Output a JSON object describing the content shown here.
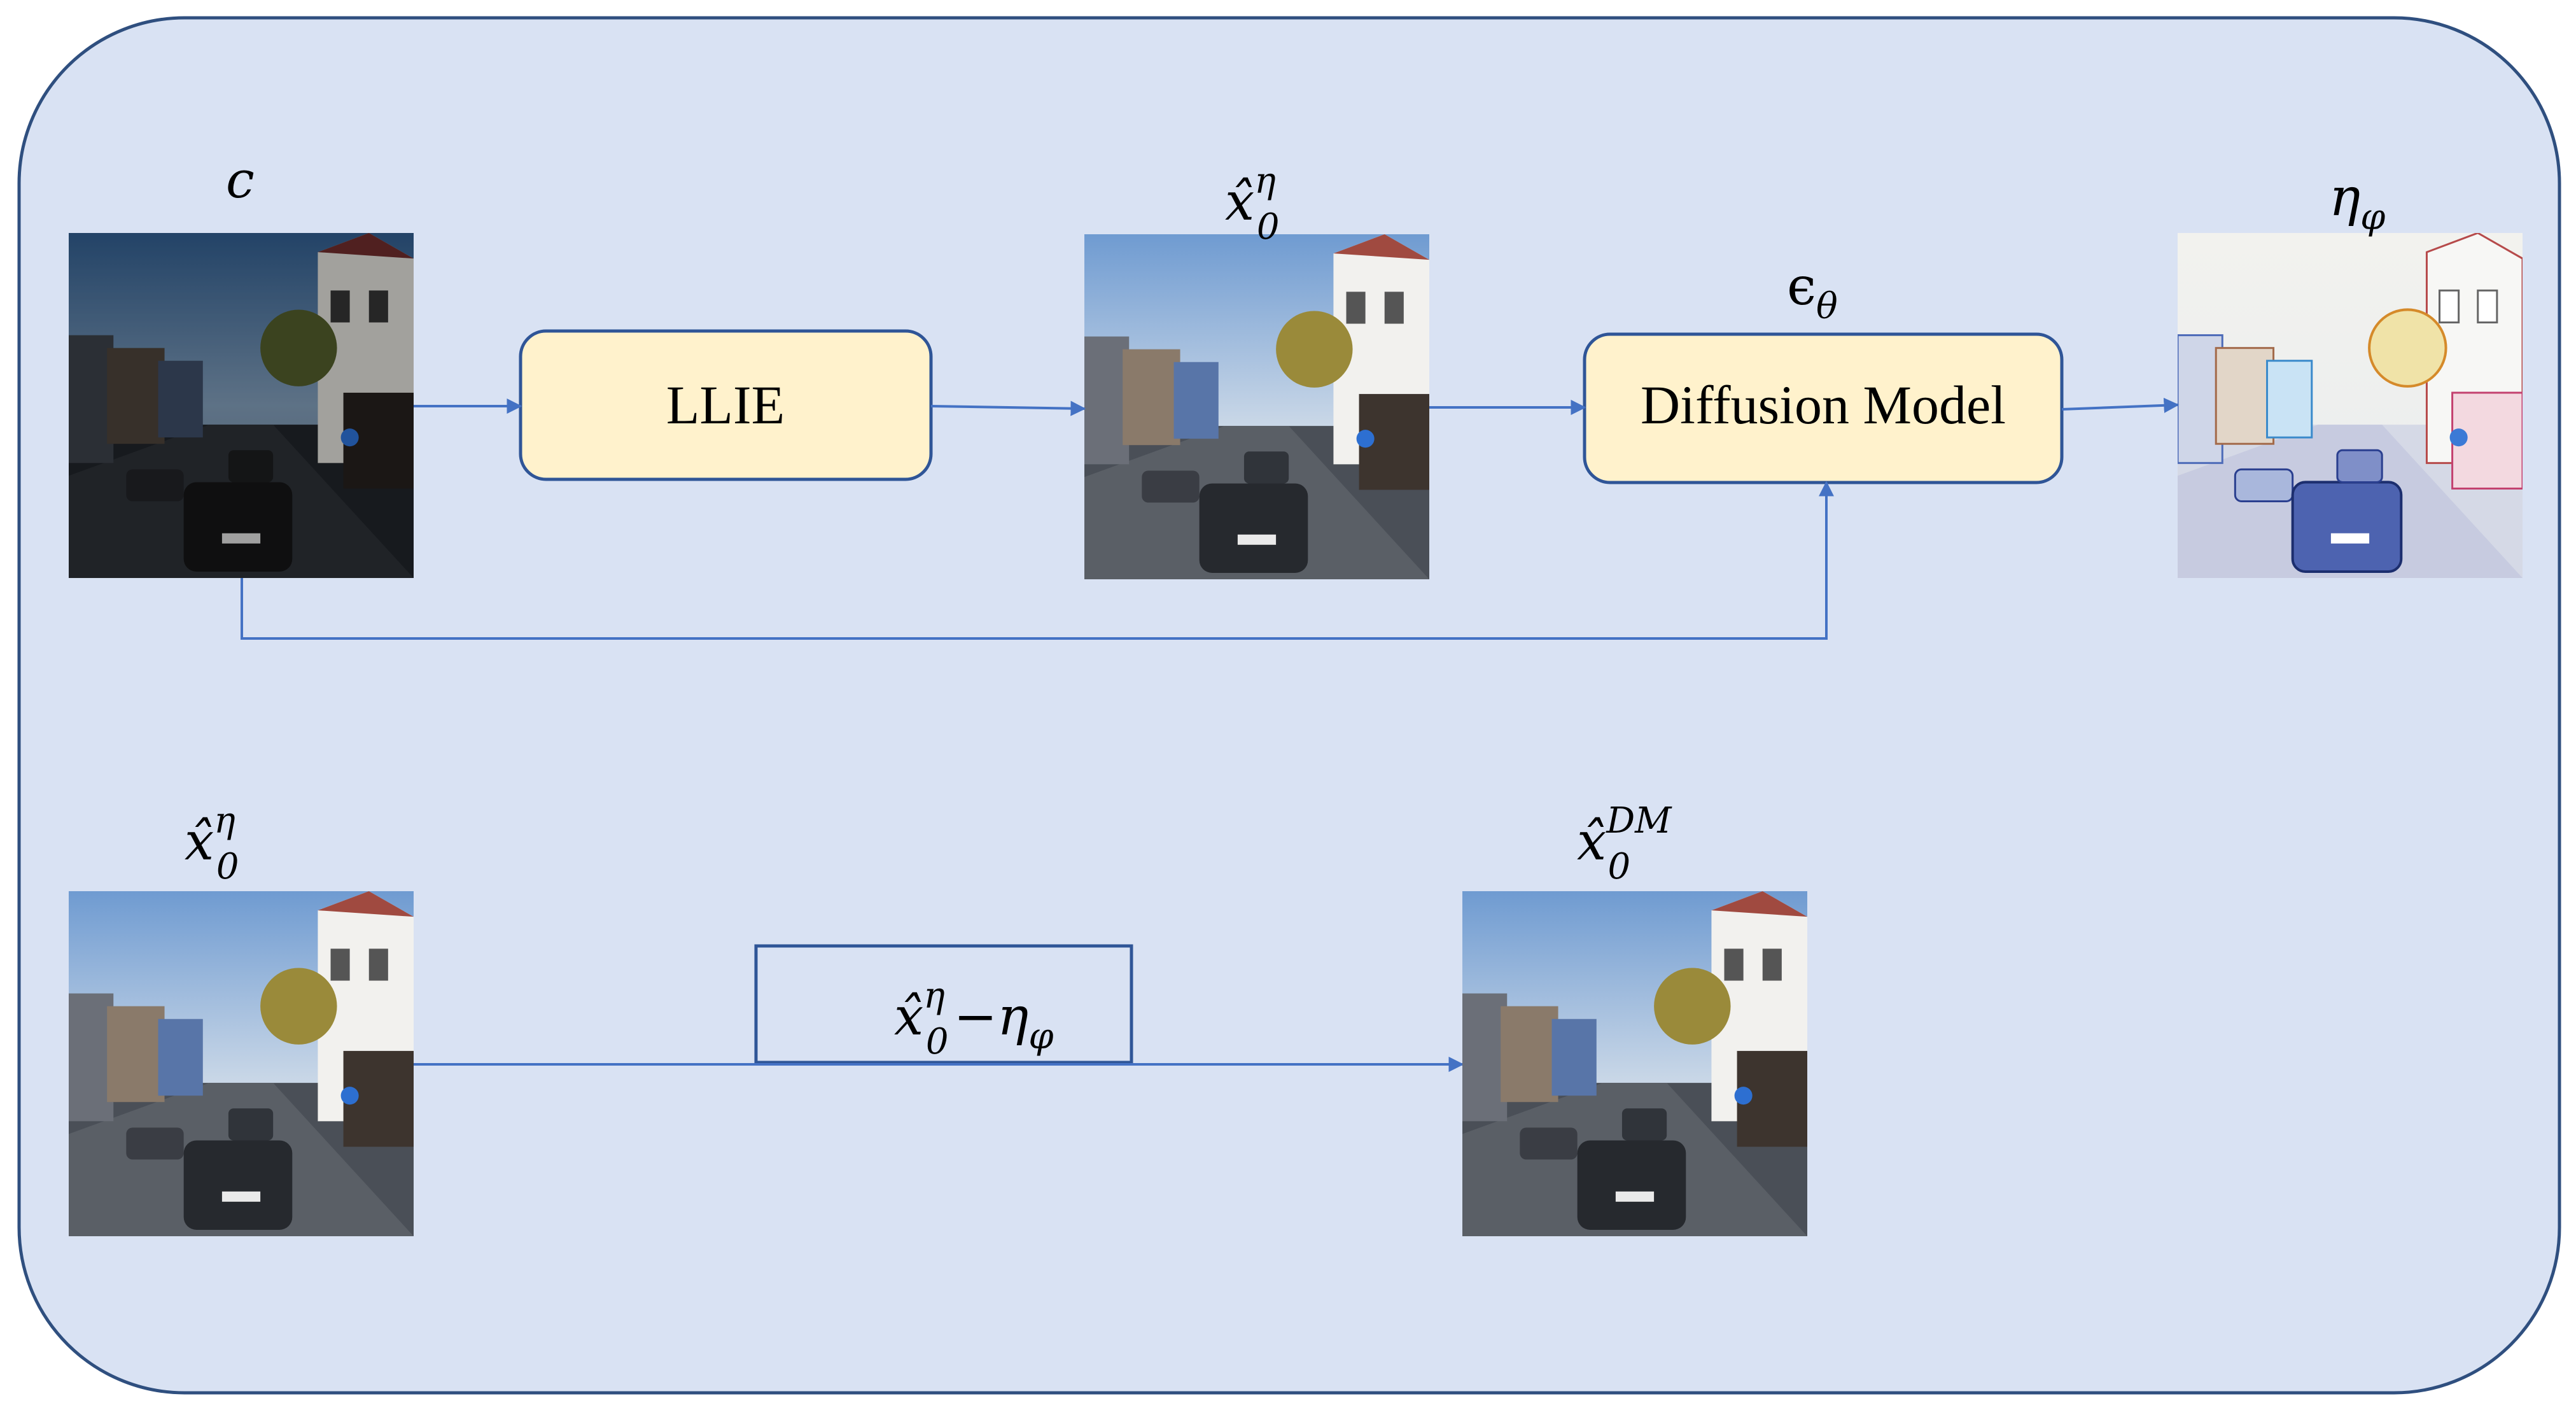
{
  "colors": {
    "panel_fill": "#d9e2f3",
    "panel_stroke": "#2f4f7f",
    "node_fill": "#fff2cc",
    "node_stroke": "#2f5597",
    "arrow": "#4472c4"
  },
  "nodes": {
    "llie": "LLIE",
    "diffusion": "Diffusion Model"
  },
  "symbols": {
    "c": "c",
    "x0_eta_hat_top": {
      "base": "x̂",
      "sup": "η",
      "sub": "0"
    },
    "epsilon_theta": {
      "base": "ϵ",
      "sub": "θ"
    },
    "eta_phi": {
      "base": "η",
      "sub": "φ"
    },
    "x0_eta_hat_bottom": {
      "base": "x̂",
      "sup": "η",
      "sub": "0"
    },
    "x0_dm_hat": {
      "base": "x̂",
      "sup": "DM",
      "sub": "0"
    },
    "difference_box": {
      "base": "x̂",
      "sup": "η",
      "sub": "0",
      "op": "−",
      "term": "η",
      "term_sub": "φ"
    }
  },
  "images": [
    {
      "id": "input-c",
      "description_name": "low-light street scene (input)",
      "style": "dark"
    },
    {
      "id": "llie-output",
      "description_name": "enhanced street scene",
      "style": "enhanced"
    },
    {
      "id": "noise-output",
      "description_name": "predicted noise map",
      "style": "sketch"
    },
    {
      "id": "bottom-input",
      "description_name": "enhanced street scene",
      "style": "enhanced"
    },
    {
      "id": "dm-output",
      "description_name": "refined street scene",
      "style": "refined"
    }
  ]
}
